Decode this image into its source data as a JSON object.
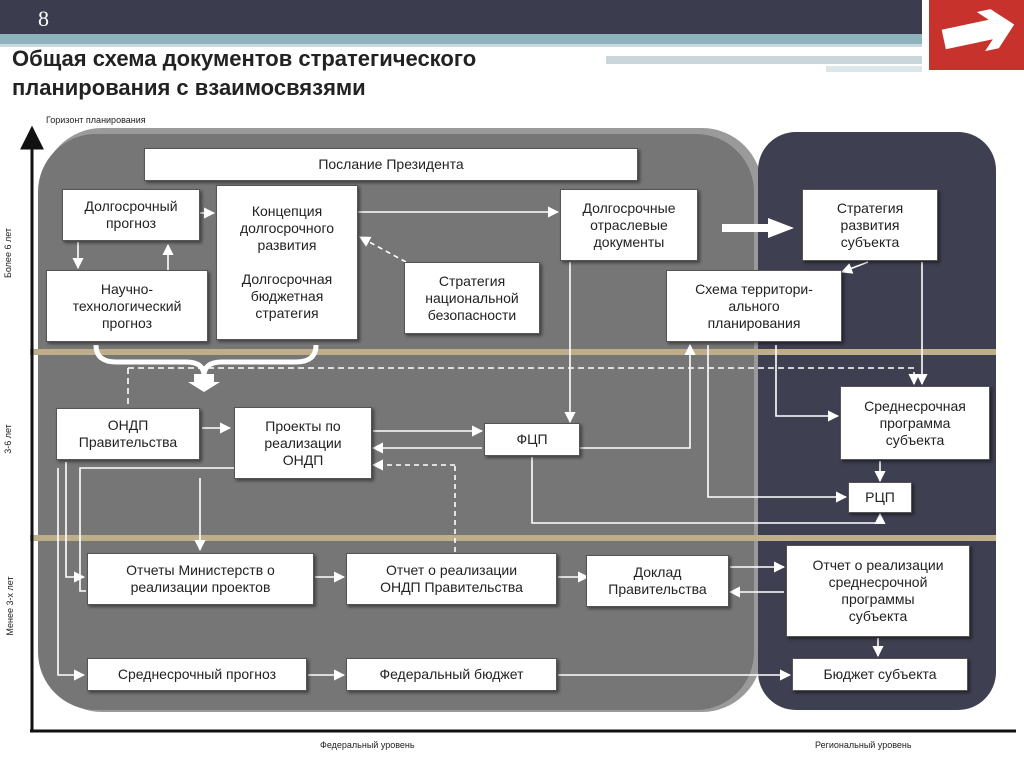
{
  "page_number": "8",
  "title": "Общая схема документов стратегического планирования с взаимосвязями",
  "axis": {
    "vertical_title": "Горизонт планирования",
    "band_top": "Более 6 лет",
    "band_mid": "3-6 лет",
    "band_bottom": "Менее 3-х лет"
  },
  "levels": {
    "federal": "Федеральный уровень",
    "regional": "Региональный уровень"
  },
  "boxes": {
    "poslanie": "Послание Президента",
    "dolg_prognoz": "Долгосрочный\nпрогноз",
    "koncepcia": "Концепция\nдолгосрочного\nразвития\n\nДолгосрочная\nбюджетная\nстратегия",
    "otraslevye": "Долгосрочные\nотраслевые\nдокументы",
    "strategia_subekta": "Стратегия\nразвития\nсубъекта",
    "nauchno": "Научно-\nтехнологический\nпрогноз",
    "bezopasnost": "Стратегия\nнациональной\nбезопасности",
    "shema": "Схема территори-\nального\nпланирования",
    "ondp": "ОНДП\nПравительства",
    "proekty": "Проекты по\nреализации\nОНДП",
    "fcp": "ФЦП",
    "srednesroch_programma": "Среднесрочная\nпрограмма\nсубъекта",
    "rcp": "РЦП",
    "otchety_ministerstv": "Отчеты Министерств о\nреализации проектов",
    "otchet_ondp": "Отчет о реализации\nОНДП Правительства",
    "doklad": "Доклад\nПравительства",
    "otchet_programmy": "Отчет о реализации\nсреднесрочной\nпрограммы\nсубъекта",
    "srednesroch_prognoz": "Среднесрочный прогноз",
    "fed_budget": "Федеральный бюджет",
    "budget_subekta": "Бюджет субъекта"
  },
  "colors": {
    "federal_panel": "#767676",
    "regional_panel": "#3e3f50",
    "band_line": "#bfae8a",
    "logo_red": "#c8322c"
  }
}
